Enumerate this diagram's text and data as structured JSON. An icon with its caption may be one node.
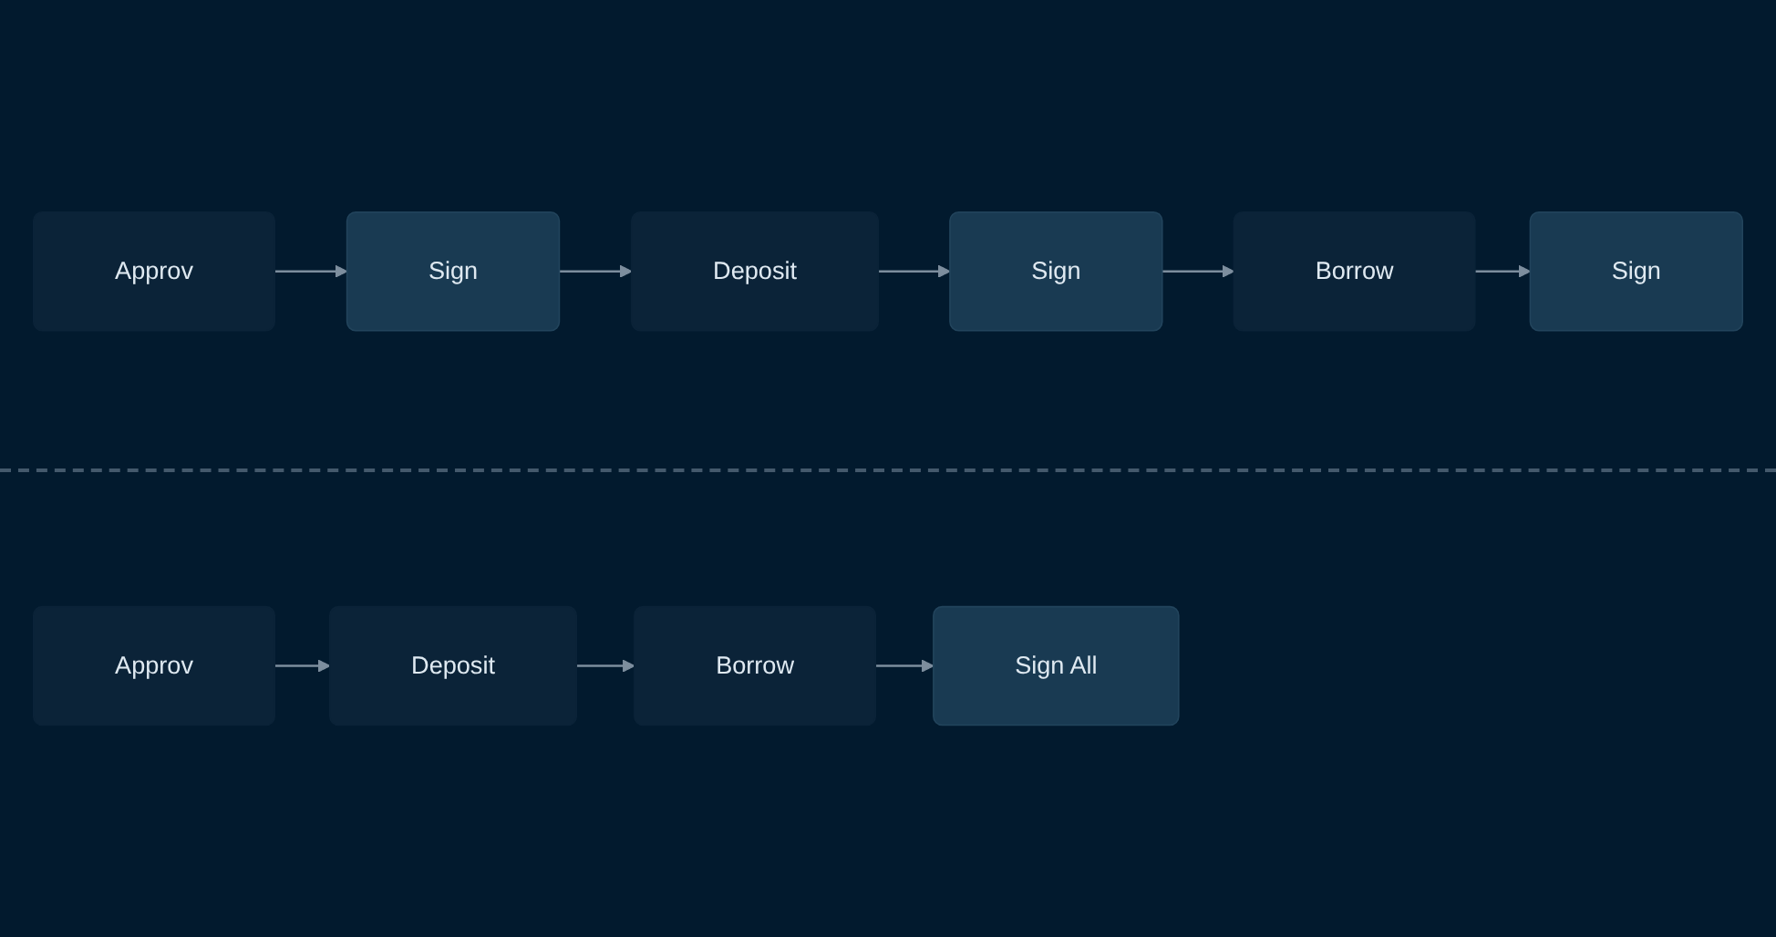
{
  "diagram": {
    "nodes": [
      {
        "text": [
          "Approv"
        ]
      },
      {
        "text": [
          "Sign"
        ]
      },
      {
        "text": [
          "Deposit"
        ]
      },
      {
        "text": [
          "Sign"
        ]
      },
      {
        "text": [
          "Borrow"
        ]
      },
      {
        "text": [
          "Sign"
        ]
      },
      {
        "text": [
          "Approv"
        ]
      },
      {
        "text": [
          "Deposit"
        ]
      },
      {
        "text": [
          "Borrow"
        ]
      },
      {
        "text": [
          "Sign All"
        ]
      }
    ],
    "edges": [
      {
        "from": 0,
        "to": 1,
        "arrow": "to"
      },
      {
        "from": 1,
        "to": 2,
        "arrow": "to"
      },
      {
        "from": 2,
        "to": 3,
        "arrow": "to"
      },
      {
        "from": 3,
        "to": 4,
        "arrow": "to"
      },
      {
        "from": 4,
        "to": 5,
        "arrow": "to"
      },
      {
        "from": 6,
        "to": 7,
        "arrow": "to"
      },
      {
        "from": 7,
        "to": 8,
        "arrow": "to"
      },
      {
        "from": 8,
        "to": 9,
        "arrow": "to"
      }
    ]
  }
}
